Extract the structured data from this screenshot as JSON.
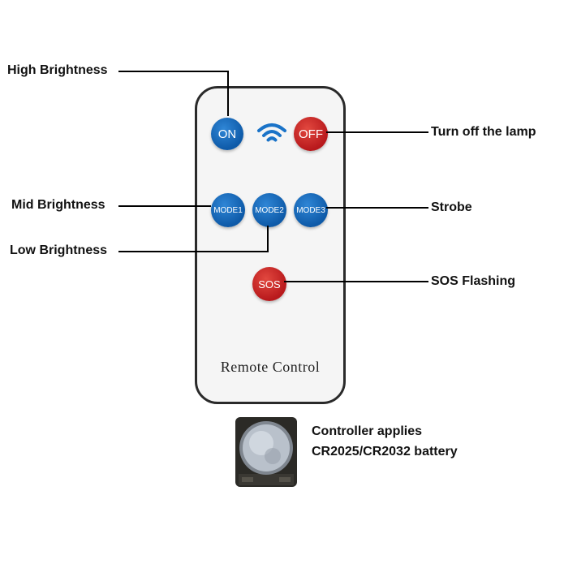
{
  "labels": {
    "high_brightness": "High Brightness",
    "turn_off": "Turn off the lamp",
    "mid_brightness": "Mid Brightness",
    "strobe": "Strobe",
    "low_brightness": "Low Brightness",
    "sos_flashing": "SOS Flashing"
  },
  "remote": {
    "buttons": {
      "on": "ON",
      "off": "OFF",
      "mode1": "MODE1",
      "mode2": "MODE2",
      "mode3": "MODE3",
      "sos": "SOS"
    },
    "footer": "Remote Control"
  },
  "battery_note": {
    "line1": "Controller applies",
    "line2": "CR2025/CR2032 battery"
  },
  "colors": {
    "blue_button": "#1167b8",
    "red_button": "#c8262a",
    "signal_icon": "#1a73c8"
  },
  "icons": [
    "wifi-signal-icon",
    "coin-battery-icon"
  ]
}
